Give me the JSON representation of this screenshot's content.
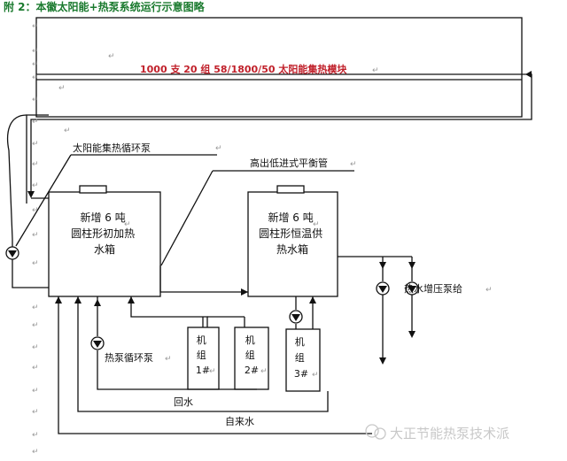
{
  "header": {
    "title": "附 2：本徽太阳能+热泵系统运行示意图略"
  },
  "collector": {
    "label": "1000 支 20 组 58/1800/50 太阳能集热模块"
  },
  "labels": {
    "solar_pump": "太阳能集热循环泵",
    "balance_pipe": "高出低进式平衡管",
    "heat_pump_circ": "热泵循环泵",
    "booster_pump": "热水增压泵给",
    "return_water": "回水",
    "tap_water": "自来水"
  },
  "tank_left": {
    "lines": [
      "新增 6 吨",
      "圆柱形初加热",
      "水箱"
    ]
  },
  "tank_right": {
    "lines": [
      "新增 6 吨",
      "圆柱形恒温供",
      "热水箱"
    ]
  },
  "units": [
    {
      "lines": [
        "机",
        "组",
        "1#"
      ]
    },
    {
      "lines": [
        "机",
        "组",
        "2#"
      ]
    },
    {
      "lines": [
        "机",
        "组",
        "3#"
      ]
    }
  ],
  "watermark": {
    "text": "大正节能热泵技术派"
  },
  "colors": {
    "title": "#1a7a2e",
    "collector_label": "#c0202a",
    "line": "#111111",
    "watermark": "#c8c8c8"
  },
  "paragraph_mark": "↵"
}
